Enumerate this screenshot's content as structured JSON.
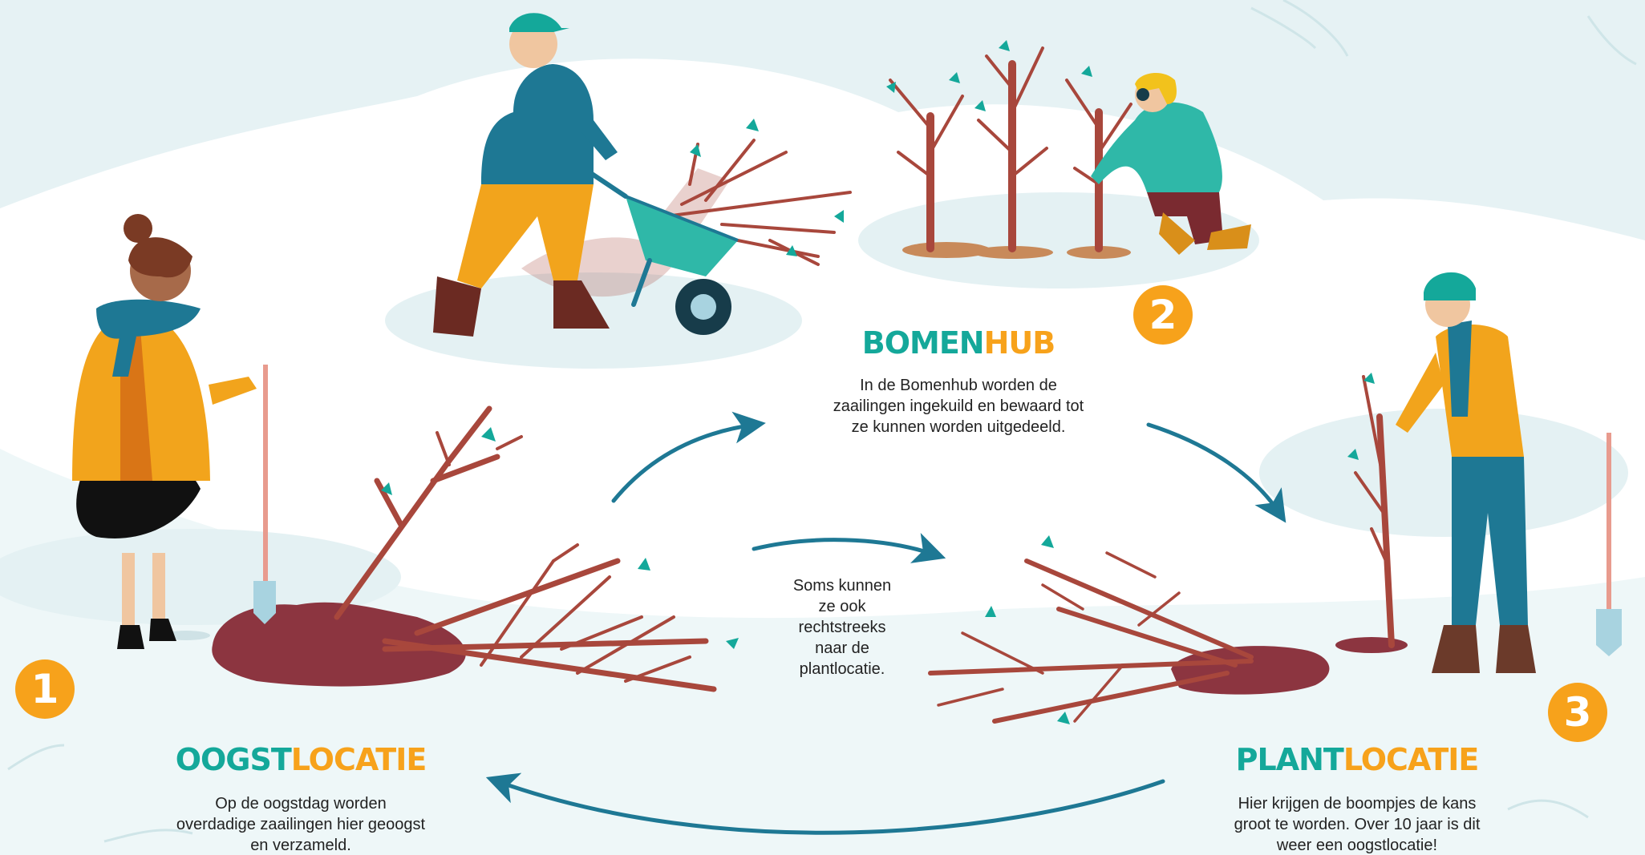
{
  "colors": {
    "teal": "#14a89a",
    "orange": "#f7a21b",
    "arrow_blue": "#1e7894",
    "branch": "#a8473c",
    "soil": "#8c3540",
    "pale_blue": "#e6f2f4"
  },
  "stages": [
    {
      "number": "1",
      "title_part1": "OOGST",
      "title_part2": "LOCATIE",
      "description_lines": [
        "Op de oogstdag worden",
        "overdadige zaailingen hier geoogst",
        "en verzameld."
      ]
    },
    {
      "number": "2",
      "title_part1": "BOMEN",
      "title_part2": "HUB",
      "description_lines": [
        "In de Bomenhub worden de",
        "zaailingen ingekuild en bewaard tot",
        "ze kunnen worden uitgedeeld."
      ]
    },
    {
      "number": "3",
      "title_part1": "PLANT",
      "title_part2": "LOCATIE",
      "description_lines": [
        "Hier krijgen de boompjes de kans",
        "groot te worden. Over 10 jaar is dit",
        "weer een oogstlocatie!"
      ]
    }
  ],
  "shortcut_note_lines": [
    "Soms kunnen",
    "ze ook",
    "rechtstreeks",
    "naar de",
    "plantlocatie."
  ],
  "flow_arrows": [
    {
      "from": "1",
      "to": "2"
    },
    {
      "from": "2",
      "to": "3"
    },
    {
      "from": "3",
      "to": "1"
    },
    {
      "from": "1",
      "to": "3",
      "note": "shortcut"
    }
  ],
  "illustrations": [
    "woman-with-shovel",
    "man-with-wheelbarrow",
    "kneeling-gardener",
    "planting-person",
    "uprooted-saplings",
    "heeled-in-saplings"
  ]
}
